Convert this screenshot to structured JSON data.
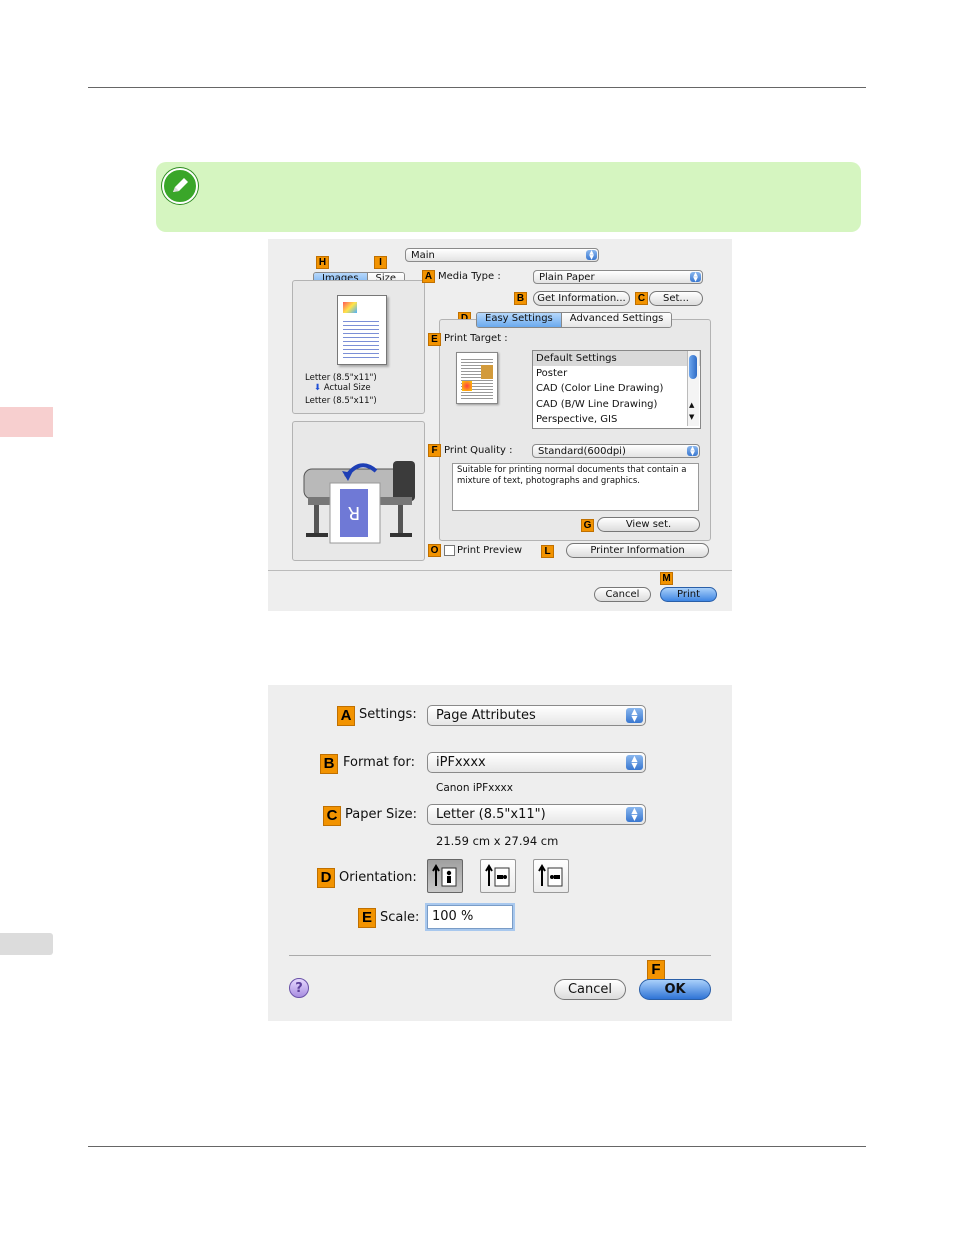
{
  "dialog1": {
    "main_popup": "Main",
    "tabs_left": [
      "Images",
      "Size"
    ],
    "media_type_label": "Media Type :",
    "media_type_value": "Plain Paper",
    "get_info_button": "Get Information...",
    "set_button": "Set...",
    "settings_tabs": [
      "Easy Settings",
      "Advanced Settings"
    ],
    "print_target_label": "Print Target :",
    "print_targets": [
      "Default Settings",
      "Poster",
      "CAD (Color Line Drawing)",
      "CAD (B/W Line Drawing)",
      "Perspective, GIS"
    ],
    "print_quality_label": "Print Quality :",
    "print_quality_value": "Standard(600dpi)",
    "quality_description": "Suitable for printing normal documents that contain a mixture of text, photographs and graphics.",
    "view_set_button": "View set.",
    "print_preview_label": "Print Preview",
    "printer_info_button": "Printer Information",
    "cancel_button": "Cancel",
    "print_button": "Print",
    "size_info": {
      "line1": "Letter (8.5\"x11\")",
      "line2": "Actual Size",
      "line3": "Letter (8.5\"x11\")"
    },
    "callouts": {
      "A": "A",
      "B": "B",
      "C": "C",
      "D": "D",
      "E": "E",
      "F": "F",
      "G": "G",
      "H": "H",
      "I": "I",
      "L": "L",
      "M": "M",
      "O": "O"
    }
  },
  "dialog2": {
    "settings_label": "Settings:",
    "settings_value": "Page Attributes",
    "format_label": "Format for:",
    "format_value": "iPFxxxx",
    "format_sub": "Canon iPFxxxx",
    "paper_size_label": "Paper Size:",
    "paper_size_value": "Letter (8.5\"x11\")",
    "paper_size_sub": "21.59 cm x 27.94 cm",
    "orientation_label": "Orientation:",
    "scale_label": "Scale:",
    "scale_value": "100 %",
    "help_icon": "?",
    "cancel_button": "Cancel",
    "ok_button": "OK",
    "callouts": {
      "A": "A",
      "B": "B",
      "C": "C",
      "D": "D",
      "E": "E",
      "F": "F"
    }
  },
  "colors": {
    "callout": "#f29300",
    "note_bg": "#d5f5c0",
    "side_tab_top": "#f7cfcf",
    "side_tab_bottom": "#dcdcdc"
  }
}
